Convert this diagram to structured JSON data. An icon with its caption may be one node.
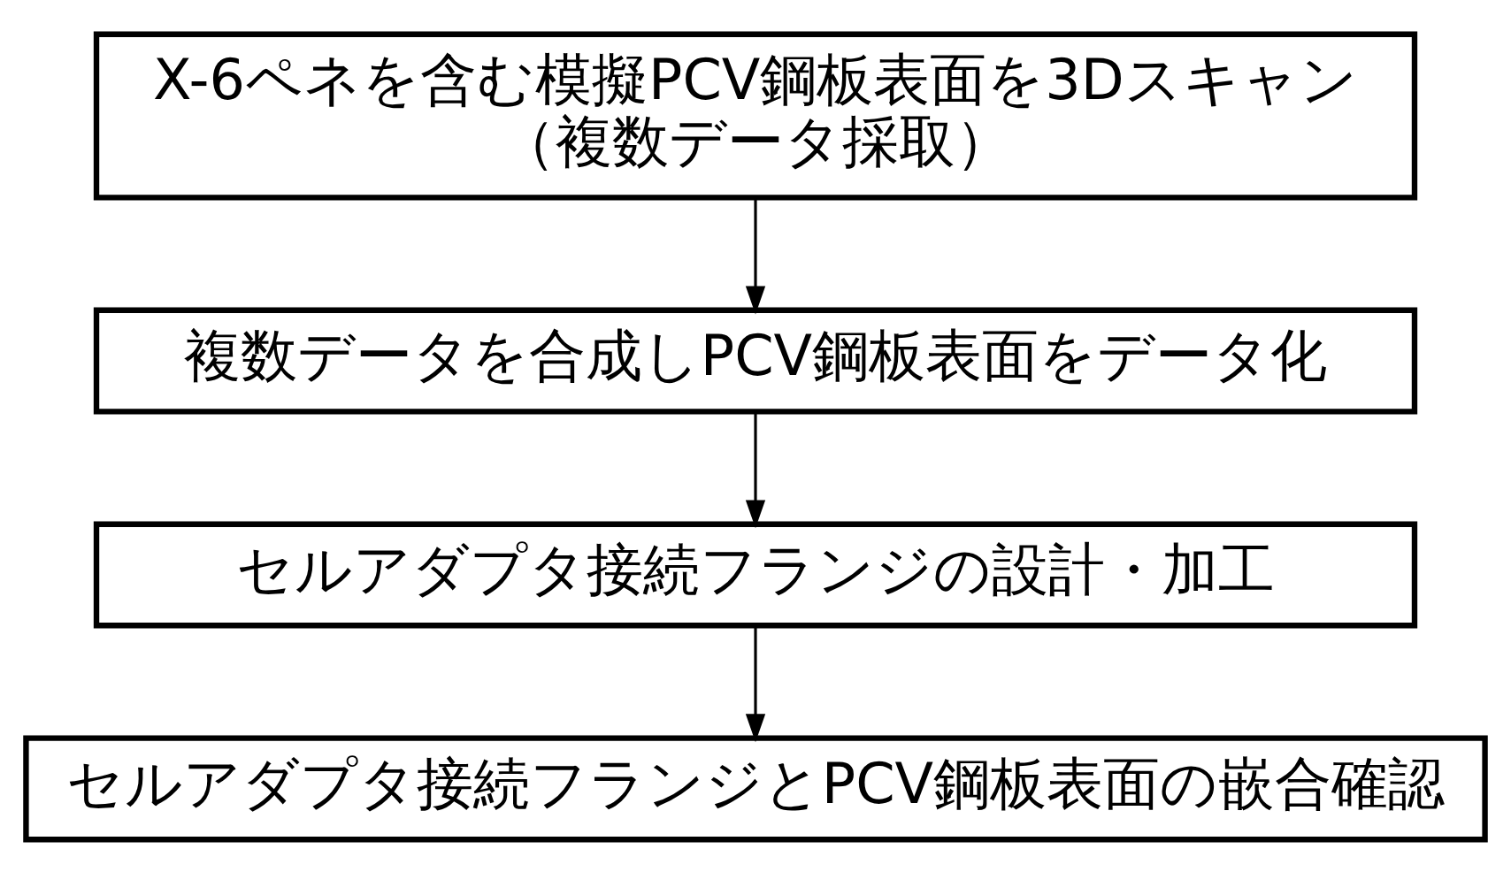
{
  "diagram": {
    "nodes": [
      {
        "text": [
          "X-6ペネを含む模擬PCV鋼板表面を3Dスキャン",
          "（複数データ採取）"
        ]
      },
      {
        "text": [
          "複数データを合成しPCV鋼板表面をデータ化"
        ]
      },
      {
        "text": [
          "セルアダプタ接続フランジの設計・加工"
        ]
      },
      {
        "text": [
          "セルアダプタ接続フランジとPCV鋼板表面の嵌合確認"
        ]
      }
    ],
    "edges": [
      {
        "from": 0,
        "to": 1,
        "arrow": "to"
      },
      {
        "from": 1,
        "to": 2,
        "arrow": "to"
      },
      {
        "from": 2,
        "to": 3,
        "arrow": "to"
      }
    ]
  }
}
